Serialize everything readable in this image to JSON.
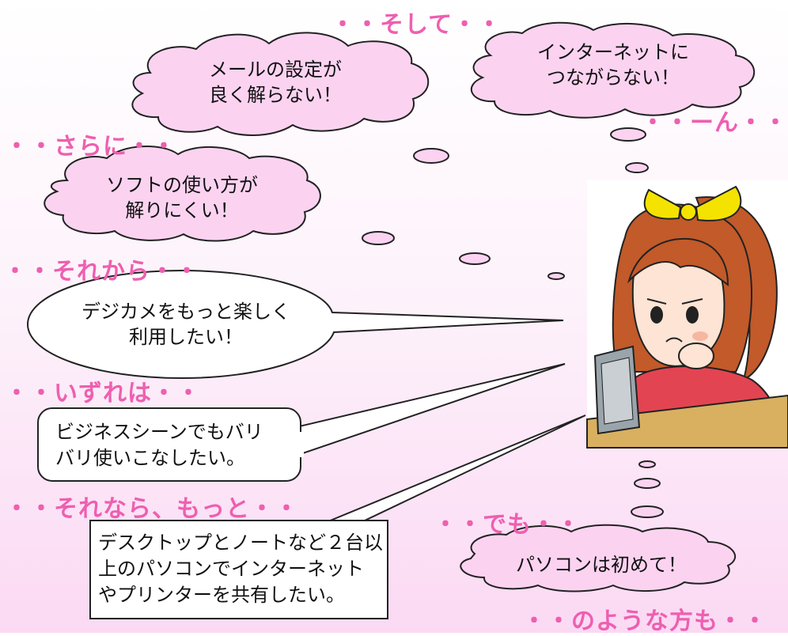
{
  "labels": {
    "soshite": "・・そして・・",
    "n": "・・ーん・・",
    "sarani": "・・さらに・・",
    "sorekara": "・・それから・・",
    "izureha": "・・いずれは・・",
    "sorenara": "・・それなら、もっと・・",
    "demo": "・・でも・・",
    "noyouna": "・・のような方も・・"
  },
  "bubbles": {
    "mail": [
      "メールの設定が",
      "良く解らない！"
    ],
    "internet": [
      "インターネットに",
      "つながらない！"
    ],
    "soft": [
      "ソフトの使い方が",
      "解りにくい！"
    ],
    "camera": [
      "デジカメをもっと楽しく",
      "利用したい！"
    ],
    "business": [
      "ビジネスシーンでもバリ",
      "バリ使いこなしたい。"
    ],
    "share": [
      "デスクトップとノートなど２台以",
      "上のパソコンでインターネット",
      "やプリンターを共有したい。"
    ],
    "beginner": [
      "パソコンは初めて！"
    ]
  },
  "colors": {
    "pink_text": "#ee5fb0",
    "bubble_fill": "#fbd3f1",
    "background_bottom": "#fbd9f3"
  }
}
